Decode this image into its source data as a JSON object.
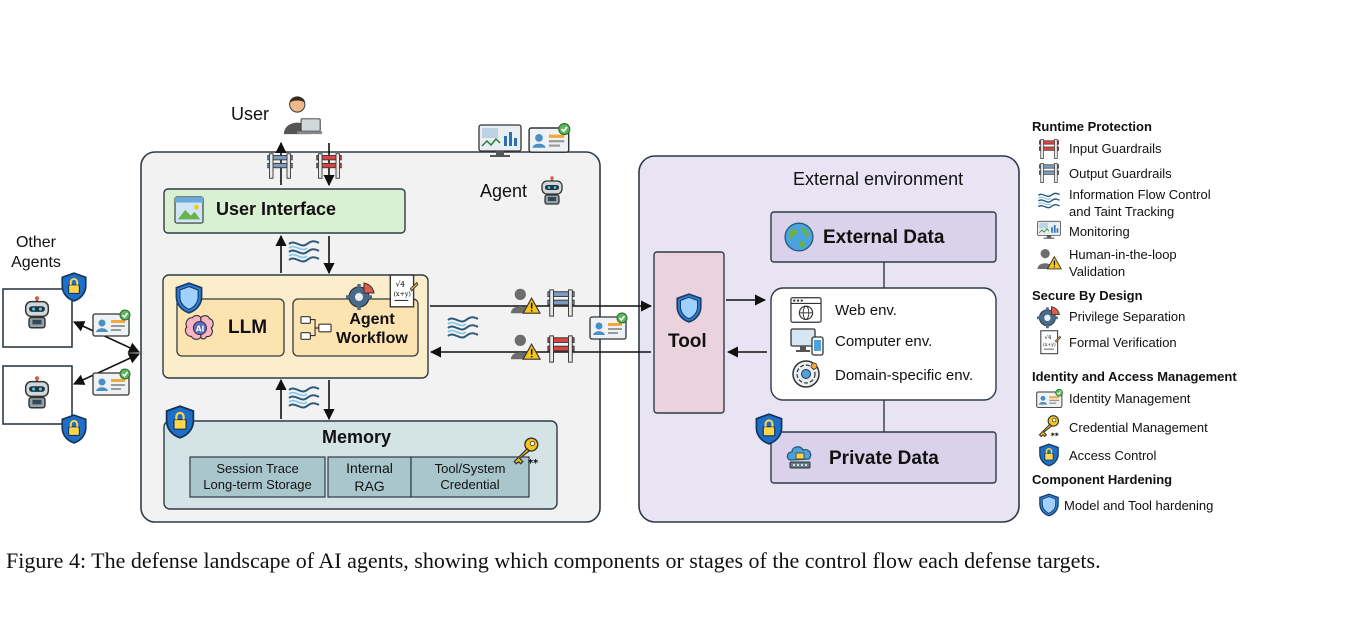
{
  "diagram": {
    "user_label": "User",
    "agent_label": "Agent",
    "other_agents_label": "Other\nAgents",
    "user_interface": "User Interface",
    "llm": "LLM",
    "agent_workflow": "Agent\nWorkflow",
    "memory": "Memory",
    "memory_items": [
      "Session Trace\nLong-term Storage",
      "Internal\nRAG",
      "Tool/System\nCredential"
    ],
    "tool": "Tool",
    "external_environment": "External environment",
    "external_data": "External Data",
    "private_data": "Private Data",
    "envs": [
      "Web env.",
      "Computer env.",
      "Domain-specific env."
    ],
    "colors": {
      "agent_bg": "#f2f2f2",
      "ui_bg": "#d9f0d3",
      "llm_bg": "#fdeecb",
      "memory_bg": "#d3e3e6",
      "memory_item_bg": "#a9c6cc",
      "env_bg": "#e9e4f3",
      "data_bg": "#d9d2ea",
      "tool_bg": "#ebd3de",
      "stroke": "#2e3b45",
      "shield": "#1f78d1",
      "guard_red": "#d84444",
      "guard_blue": "#6d8fb0"
    }
  },
  "legend": {
    "sections": [
      {
        "title": "Runtime Protection",
        "items": [
          {
            "icon": "input-guardrail-icon",
            "label": "Input Guardrails"
          },
          {
            "icon": "output-guardrail-icon",
            "label": "Output Guardrails"
          },
          {
            "icon": "information-flow-icon",
            "label": "Information Flow Control\nand Taint Tracking"
          },
          {
            "icon": "monitoring-icon",
            "label": "Monitoring"
          },
          {
            "icon": "human-in-loop-icon",
            "label": "Human-in-the-loop\nValidation"
          }
        ]
      },
      {
        "title": "Secure By Design",
        "items": [
          {
            "icon": "privilege-separation-icon",
            "label": "Privilege Separation"
          },
          {
            "icon": "formal-verification-icon",
            "label": "Formal Verification"
          }
        ]
      },
      {
        "title": "Identity and Access Management",
        "items": [
          {
            "icon": "identity-card-icon",
            "label": "Identity Management"
          },
          {
            "icon": "credential-key-icon",
            "label": "Credential Management"
          },
          {
            "icon": "access-control-shield-icon",
            "label": "Access Control"
          }
        ]
      },
      {
        "title": "Component Hardening",
        "items": [
          {
            "icon": "hardening-shield-icon",
            "label": "Model and Tool hardening"
          }
        ]
      }
    ]
  },
  "caption": "Figure 4: The defense landscape of AI agents, showing which components or stages of the control flow each defense targets."
}
